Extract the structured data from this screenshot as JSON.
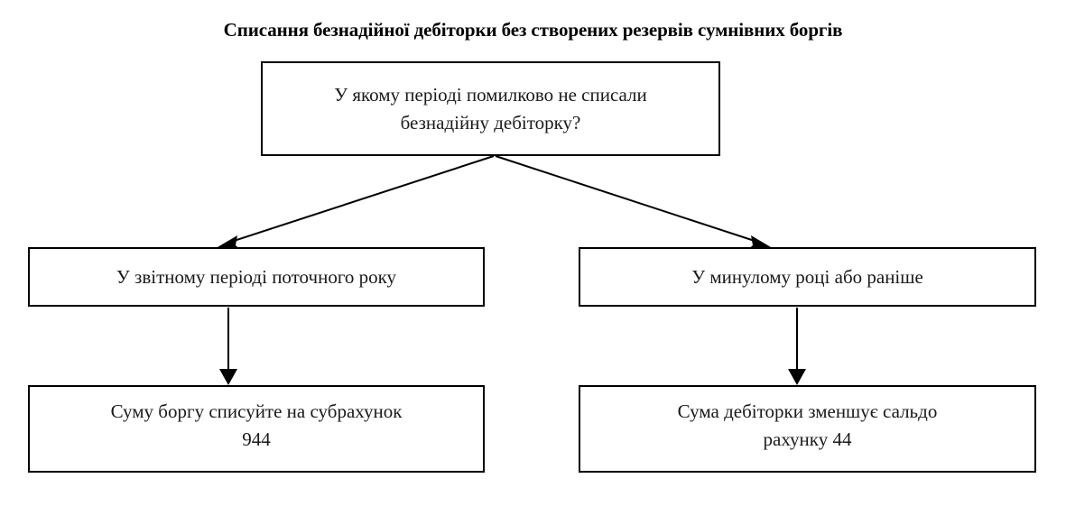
{
  "title": "Списання безнадійної дебіторки без створених резервів сумнівних боргів",
  "colors": {
    "background": "#ffffff",
    "border": "#000000",
    "text": "#1a1a1a",
    "title_text": "#000000",
    "edge": "#000000"
  },
  "chart_data": {
    "type": "diagram",
    "title": "Списання безнадійної дебіторки без створених резервів сумнівних боргів",
    "nodes": [
      {
        "id": "question",
        "label": "У якому періоді помилково не списали\nбезнадійну дебіторку?",
        "role": "decision",
        "shape": "rectangle"
      },
      {
        "id": "current",
        "label": "У звітному періоді поточного року",
        "role": "branch",
        "shape": "rectangle"
      },
      {
        "id": "prior",
        "label": "У минулому році або раніше",
        "role": "branch",
        "shape": "rectangle"
      },
      {
        "id": "subaccount",
        "label": "Суму боргу списуйте на субрахунок\n944",
        "role": "outcome",
        "shape": "rectangle"
      },
      {
        "id": "balance",
        "label": "Сума дебіторки зменшує сальдо\nрахунку 44",
        "role": "outcome",
        "shape": "rectangle"
      }
    ],
    "edges": [
      {
        "from": "question",
        "to": "current",
        "style": "arrow",
        "label": ""
      },
      {
        "from": "question",
        "to": "prior",
        "style": "arrow",
        "label": ""
      },
      {
        "from": "current",
        "to": "subaccount",
        "style": "arrow",
        "label": ""
      },
      {
        "from": "prior",
        "to": "balance",
        "style": "arrow",
        "label": ""
      }
    ]
  },
  "nodes": {
    "question": "У якому періоді помилково не списали\nбезнадійну дебіторку?",
    "current": "У звітному періоді поточного року",
    "prior": "У минулому році або раніше",
    "subaccount": "Суму боргу списуйте на субрахунок\n944",
    "balance": "Сума дебіторки зменшує сальдо\nрахунку 44"
  }
}
